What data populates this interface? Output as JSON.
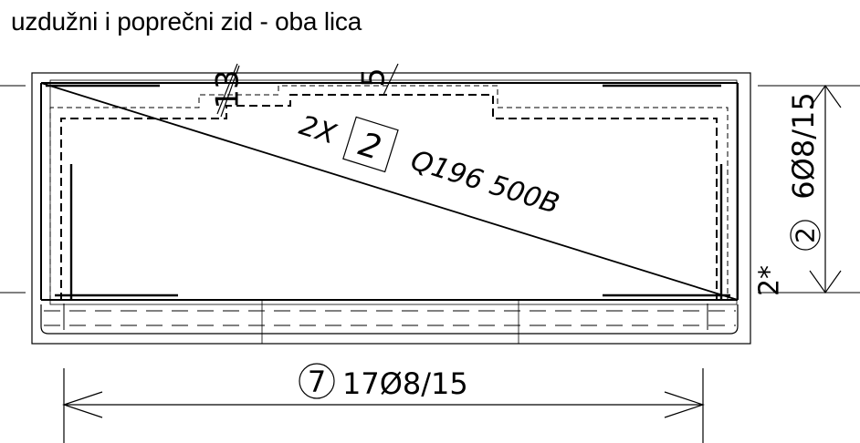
{
  "title": "uzdužni i poprečni zid - oba lica",
  "labels": {
    "dim_top_left": "13",
    "dim_top_mid": "5",
    "mesh_count": "2X",
    "mesh_mark": "2",
    "mesh_spec": "Q196 500B",
    "bar_vertical_mark": "2",
    "bar_vertical_spec": "6Ø8/15",
    "bar_vertical_mult": "2*",
    "bar_horizontal_mark": "7",
    "bar_horizontal_spec": "17Ø8/15"
  }
}
